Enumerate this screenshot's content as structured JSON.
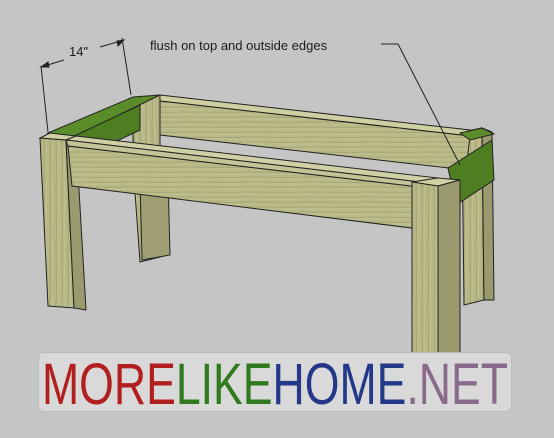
{
  "dimension_label": "14\"",
  "annotation": "flush on top and outside edges",
  "logo": {
    "more": "MORE",
    "like": "LIKE",
    "home": "HOME",
    "net": ".NET",
    "colors": {
      "more": "#b21f1f",
      "like": "#2f7a1c",
      "home": "#24388a",
      "net": "#8a6a8a"
    }
  },
  "colors": {
    "wood": "#b9b98a",
    "wood_dark": "#8d8d63",
    "highlight_green": "#4f7d22",
    "background": "#c5c5c5"
  }
}
